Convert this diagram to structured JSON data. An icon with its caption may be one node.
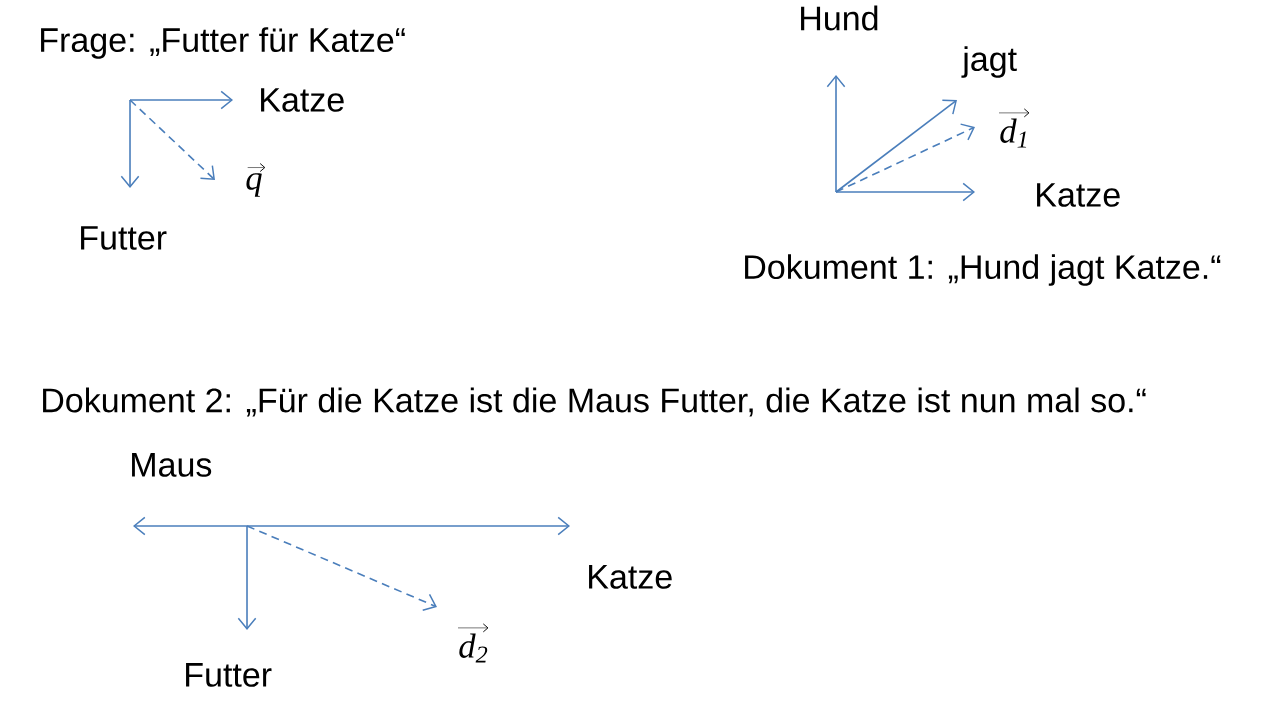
{
  "diagram": {
    "labels": [
      "Frage: „Futter für Katze“",
      "Katze",
      "q",
      "Futter",
      "Hund",
      "jagt",
      "d$_{1}$",
      "Katze",
      "Dokument 1: „Hund jagt Katze.“",
      "Dokument 2: „Für die Katze ist die Maus Futter, die Katze ist nun mal so.“",
      "Maus",
      "Katze",
      "d$_{2}$",
      "Futter"
    ]
  }
}
